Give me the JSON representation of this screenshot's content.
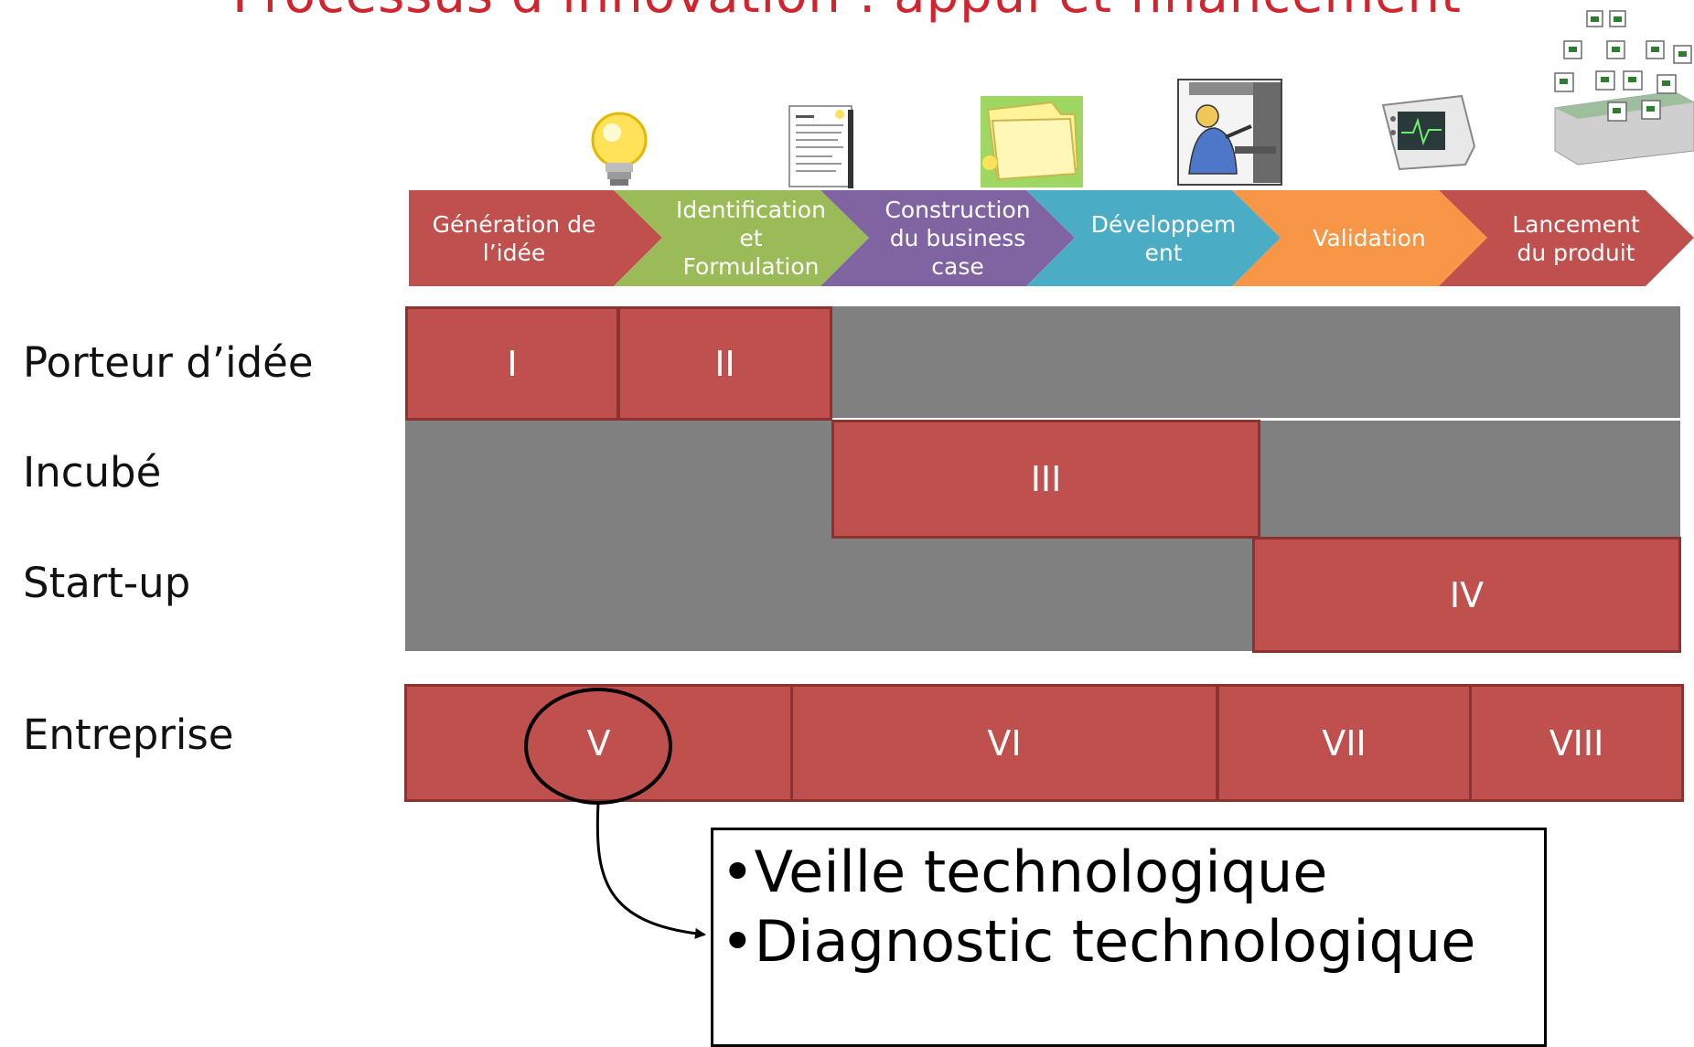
{
  "title": "Processus d’innovation : appui et financement",
  "stages": [
    {
      "label": "Génération de\nl’idée",
      "color": "#c0504d",
      "icon": "lightbulb-icon"
    },
    {
      "label": "Identification\net\nFormulation",
      "color": "#9bbb59",
      "icon": "document-icon"
    },
    {
      "label": "Construction\ndu business\ncase",
      "color": "#8064a2",
      "icon": "folder-icon"
    },
    {
      "label": "Développem\nent",
      "color": "#4bacc6",
      "icon": "engineer-icon"
    },
    {
      "label": "Validation",
      "color": "#f79646",
      "icon": "monitor-device-icon"
    },
    {
      "label": "Lancement\ndu produit",
      "color": "#c0504d",
      "icon": "products-stack-icon"
    }
  ],
  "rows": {
    "porteur": "Porteur d’idée",
    "incube": "Incubé",
    "startup": "Start-up",
    "entreprise": "Entreprise"
  },
  "phases": {
    "i": "I",
    "ii": "II",
    "iii": "III",
    "iv": "IV",
    "v": "V",
    "vi": "VI",
    "vii": "VII",
    "viii": "VIII"
  },
  "note": {
    "line1": "•Veille technologique",
    "line2": "•Diagnostic technologique"
  },
  "colors": {
    "title": "#d0242f",
    "phase_cell": "#c0504d",
    "inactive": "#808080"
  }
}
